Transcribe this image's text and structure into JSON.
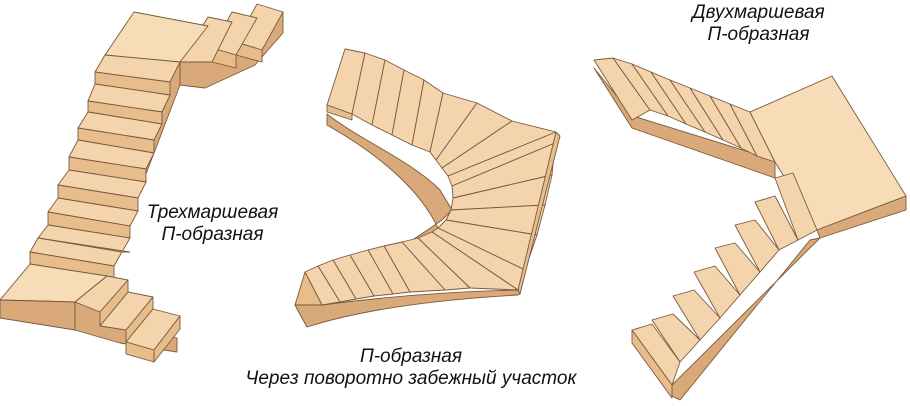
{
  "figure": {
    "description": "Types of U-shaped staircases",
    "colors": {
      "tread": "#f3d4ac",
      "riser": "#e7bd8c",
      "side": "#d9a979",
      "outline": "#7a5a3c",
      "label_text": "#111111",
      "background": "#ffffff"
    }
  },
  "staircases": [
    {
      "id": "three-flight",
      "label_line1": "Трехмаршевая",
      "label_line2": "П-образная"
    },
    {
      "id": "winder",
      "label_line1": "П-образная",
      "label_line2": "Через поворотно забежный участок"
    },
    {
      "id": "two-flight",
      "label_line1": "Двухмаршевая",
      "label_line2": "П-образная"
    }
  ]
}
